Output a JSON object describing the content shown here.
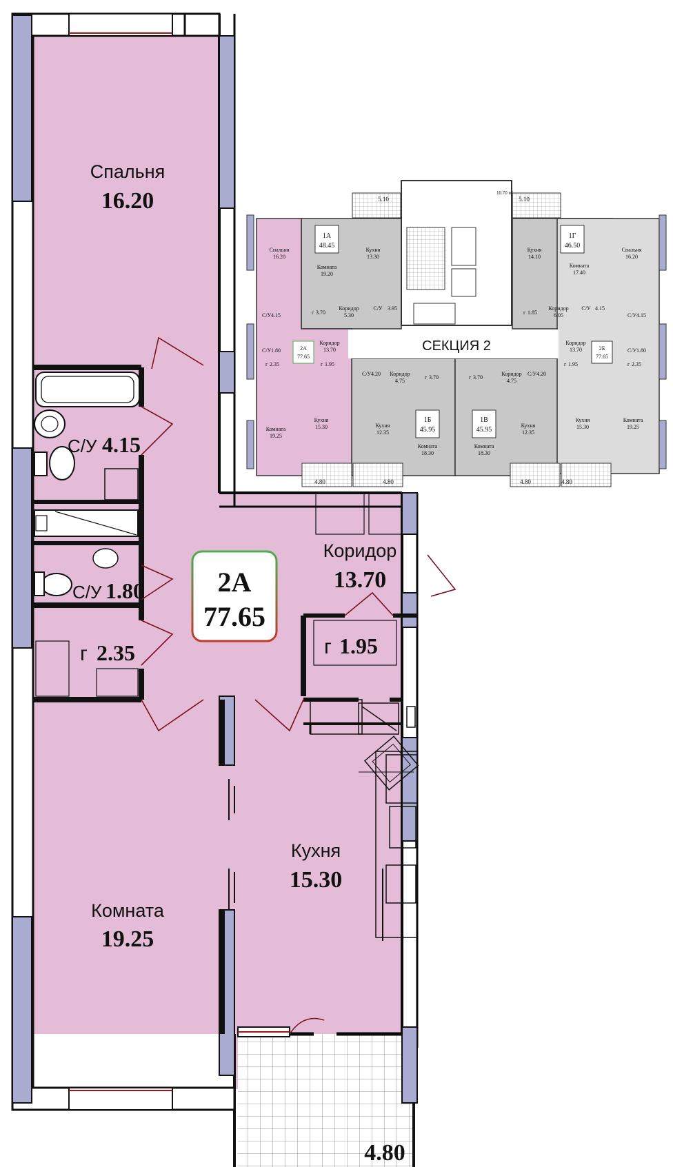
{
  "apartment": {
    "code": "2A",
    "total_area": "77.65",
    "rooms": {
      "bedroom": {
        "name": "Спальня",
        "area": "16.20"
      },
      "bath1": {
        "name": "С/У",
        "area": "4.15"
      },
      "bath2": {
        "name": "С/У",
        "area": "1.80"
      },
      "closet1": {
        "name": "г",
        "area": "2.35"
      },
      "corridor": {
        "name": "Коридор",
        "area": "13.70"
      },
      "closet2": {
        "name": "г",
        "area": "1.95"
      },
      "kitchen": {
        "name": "Кухня",
        "area": "15.30"
      },
      "living": {
        "name": "Комната",
        "area": "19.25"
      },
      "balcony": {
        "area": "4.80"
      }
    }
  },
  "section_plan": {
    "title": "СЕКЦИЯ 2",
    "top_balconies": [
      "5.10",
      "5.10"
    ],
    "bottom_balconies": [
      "4.80",
      "4.80",
      "4.80",
      "4.80"
    ],
    "stair_note": "10.70 м²",
    "units": {
      "u1a": {
        "code": "1А",
        "area": "48.45",
        "kitchen": "Кухня",
        "kitchen_area": "13.30",
        "room": "Комната",
        "room_area": "19.20",
        "corridor": "Коридор",
        "corridor_area": "5.30",
        "bath": "С/У",
        "bath_area": "3.95",
        "closet": "г",
        "closet_area": "3.70"
      },
      "u1g": {
        "code": "1Г",
        "area": "46.50",
        "kitchen": "Кухня",
        "kitchen_area": "14.10",
        "room": "Комната",
        "room_area": "17.40",
        "corridor": "Коридор",
        "corridor_area": "6.05",
        "bath": "С/У",
        "bath_area": "4.15",
        "closet": "г",
        "closet_area": "1.85"
      },
      "u2a": {
        "code": "2А",
        "area": "77.65",
        "bedroom": "Спальня",
        "bedroom_area": "16.20",
        "bath1": "С/У",
        "bath1_area": "4.15",
        "bath2": "С/У",
        "bath2_area": "1.80",
        "corridor": "Коридор",
        "corridor_area": "13.70",
        "closet1": "г",
        "closet1_area": "2.35",
        "closet2": "г",
        "closet2_area": "1.95",
        "kitchen": "Кухня",
        "kitchen_area": "15.30",
        "room": "Комната",
        "room_area": "19.25"
      },
      "u2b": {
        "code": "2Б",
        "area": "77.65",
        "bedroom": "Спальня",
        "bedroom_area": "16.20",
        "bath1": "С/У",
        "bath1_area": "4.15",
        "bath2": "С/У",
        "bath2_area": "1.80",
        "corridor": "Коридор",
        "corridor_area": "13.70",
        "closet1": "г",
        "closet1_area": "2.35",
        "closet2": "г",
        "closet2_area": "1.95",
        "kitchen": "Кухня",
        "kitchen_area": "15.30",
        "room": "Комната",
        "room_area": "19.25"
      },
      "u1b": {
        "code": "1Б",
        "area": "45.95",
        "kitchen": "Кухня",
        "kitchen_area": "12.35",
        "room": "Комната",
        "room_area": "18.30",
        "corridor": "Коридор",
        "corridor_area": "4.75",
        "bath": "С/У",
        "bath_area": "4.20",
        "closet": "г",
        "closet_area": "3.70"
      },
      "u1v": {
        "code": "1В",
        "area": "45.95",
        "kitchen": "Кухня",
        "kitchen_area": "12.35",
        "room": "Комната",
        "room_area": "18.30",
        "corridor": "Коридор",
        "corridor_area": "4.75",
        "bath": "С/У",
        "bath_area": "4.20",
        "closet": "г",
        "closet_area": "3.70"
      }
    }
  },
  "colors": {
    "apartment_fill": "#e4bcd8",
    "window_blue": "#a9acd0",
    "wall": "#0a0a0a",
    "door_swing": "#7a1020",
    "label_border_green": "#4caf50",
    "label_border_red": "#c0392b",
    "section_grey": "#c8c8c8"
  }
}
